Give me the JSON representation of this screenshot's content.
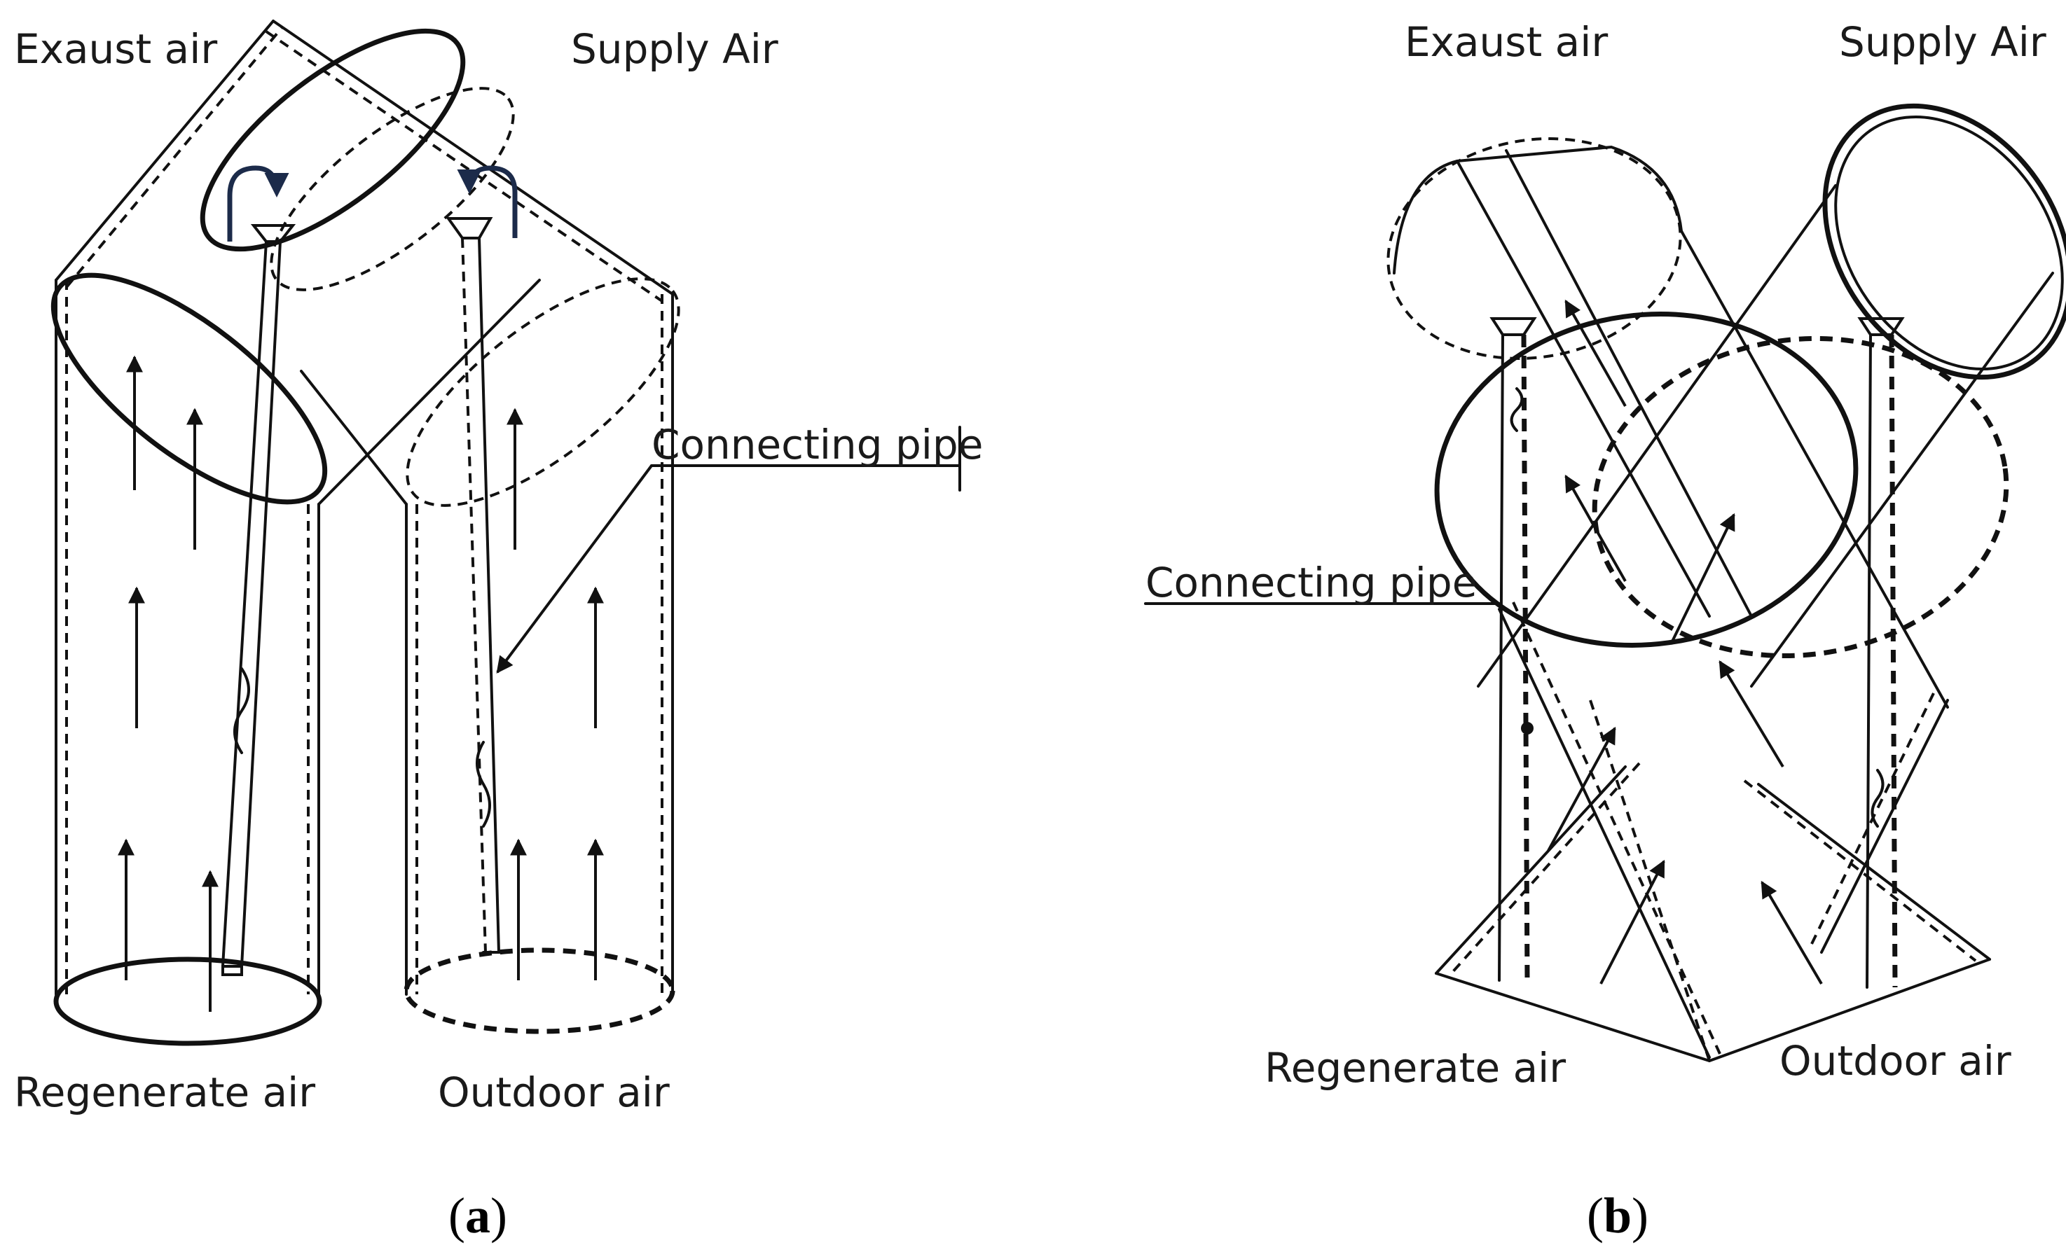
{
  "panel_a": {
    "labels": {
      "exhaust": "Exaust air",
      "supply": "Supply Air",
      "pipe": "Connecting pipe",
      "regenerate": "Regenerate air",
      "outdoor": "Outdoor air"
    },
    "caption_letter": "a"
  },
  "panel_b": {
    "labels": {
      "exhaust": "Exaust air",
      "supply": "Supply Air",
      "pipe": "Connecting pipe",
      "regenerate": "Regenerate air",
      "outdoor": "Outdoor air"
    },
    "caption_letter": "b"
  },
  "caption_open": "(",
  "caption_close": ")",
  "colors": {
    "line": "#111111",
    "curved_arrow": "#1c2b4a",
    "background": "#ffffff"
  }
}
